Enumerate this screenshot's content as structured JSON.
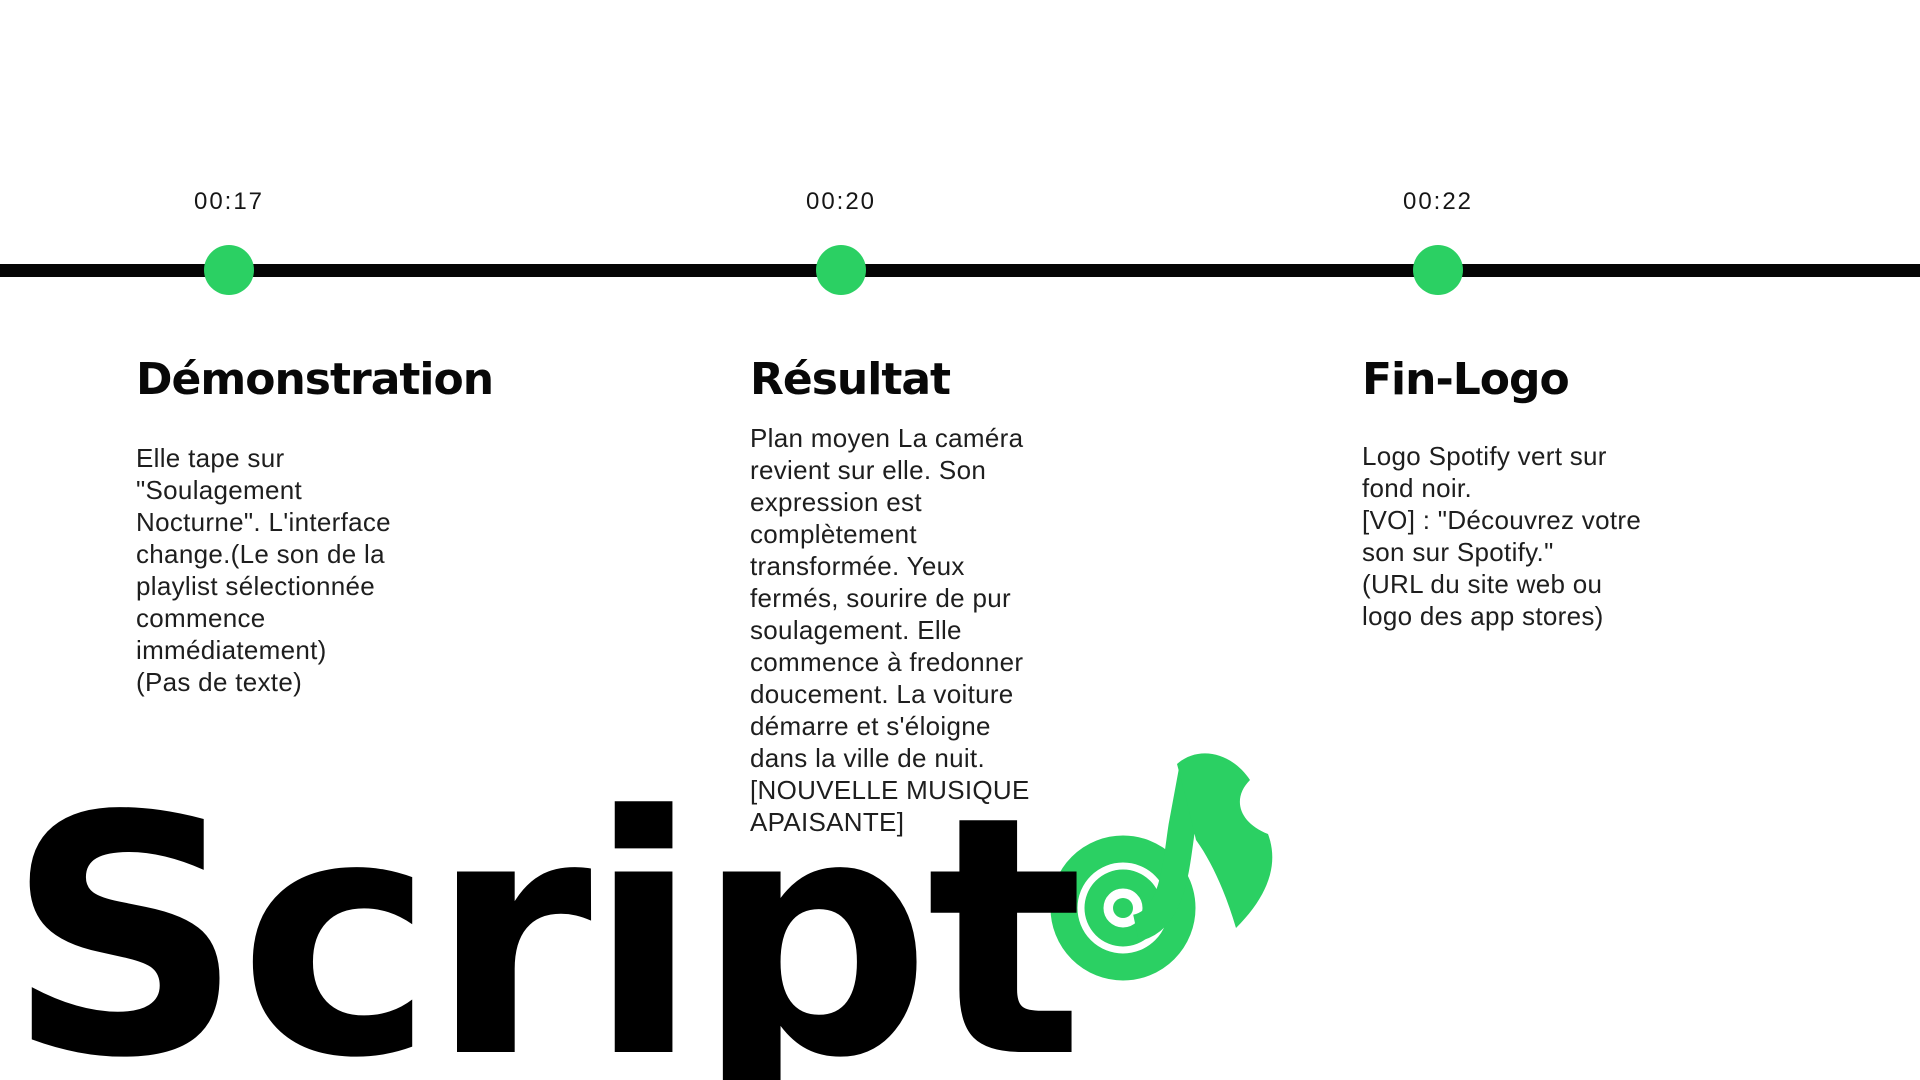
{
  "page": {
    "background_color": "#ffffff",
    "accent_color": "#2BD063",
    "line_color": "#050505"
  },
  "timeline": {
    "events": [
      {
        "time": "00:17",
        "title": "Démonstration",
        "body": "Elle tape sur\n\"Soulagement\nNocturne\". L'interface\nchange.(Le son de la\nplaylist sélectionnée\ncommence\nimmédiatement)\n(Pas de texte)"
      },
      {
        "time": "00:20",
        "title": "Résultat",
        "body": "Plan moyen La caméra\nrevient sur elle. Son\nexpression est\ncomplètement\ntransformée. Yeux\nfermés, sourire de pur\nsoulagement. Elle\ncommence à fredonner\ndoucement. La voiture\ndémarre et s'éloigne\ndans la ville de nuit.\n[NOUVELLE MUSIQUE\nAPAISANTE]"
      },
      {
        "time": "00:22",
        "title": "Fin-Logo",
        "body": "Logo Spotify vert sur\nfond noir.\n[VO] : \"Découvrez votre\nson sur Spotify.\"\n(URL du site web ou\nlogo des app stores)"
      }
    ]
  },
  "watermark": {
    "text": "Script",
    "icon": "music-note-icon"
  }
}
